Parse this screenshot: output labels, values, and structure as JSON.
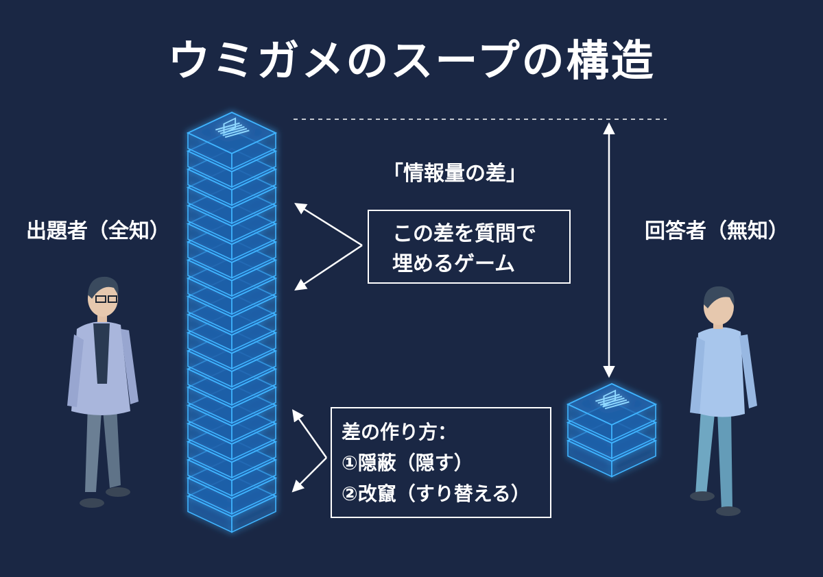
{
  "title": "ウミガメのスープの構造",
  "questioner": {
    "label": "出題者（全知）"
  },
  "answerer": {
    "label": "回答者（無知）"
  },
  "gap": {
    "label": "「情報量の差」"
  },
  "game_box": {
    "line1": "この差を質問で",
    "line2": "埋めるゲーム"
  },
  "methods_box": {
    "line1": "差の作り方：",
    "line2": "①隠蔽（隠す）",
    "line3": "②改竄（すり替える）"
  },
  "colors": {
    "background": "#1a2744",
    "stack_glow": "#3fb4ff",
    "stack_fill": "#1f5fa8",
    "text": "#ffffff"
  },
  "stacks": {
    "questioner_layers": 21,
    "answerer_layers": 3
  }
}
